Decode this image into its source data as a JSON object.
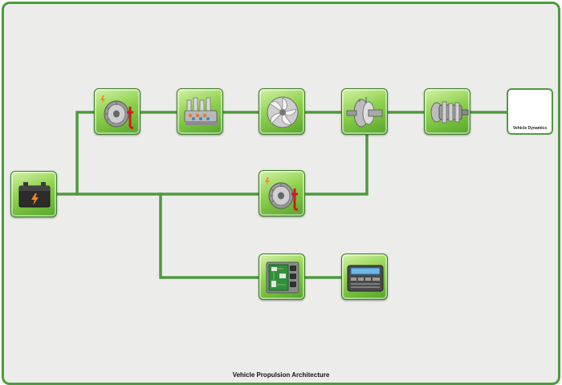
{
  "diagram": {
    "title": "Vehicle Propulsion Architecture",
    "blocks": [
      {
        "id": "battery",
        "icon": "battery-icon"
      },
      {
        "id": "motor-generator-1",
        "icon": "electric-motor-icon"
      },
      {
        "id": "engine",
        "icon": "engine-icon"
      },
      {
        "id": "torque-converter",
        "icon": "turbine-icon"
      },
      {
        "id": "transmission",
        "icon": "clutch-icon"
      },
      {
        "id": "driveline",
        "icon": "gearbox-icon"
      },
      {
        "id": "vehicle-dynamics",
        "label": "Vehicle Dynamics"
      },
      {
        "id": "motor-generator-2",
        "icon": "electric-motor-icon"
      },
      {
        "id": "controller",
        "icon": "circuit-board-icon"
      },
      {
        "id": "infotainment",
        "icon": "car-radio-icon"
      }
    ],
    "colors": {
      "connection": "#4e9a3e",
      "block_fill": "#8fd24e",
      "frame": "#4e9a3e",
      "background": "#ececea"
    }
  }
}
